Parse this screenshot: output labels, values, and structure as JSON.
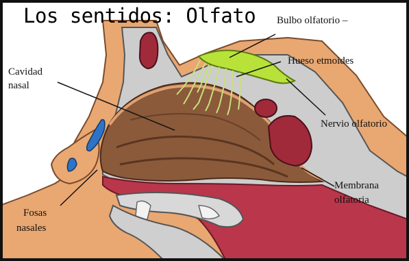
{
  "title": "Los sentidos: Olfato",
  "labels": {
    "bulbo": "Bulbo olfatorio –",
    "hueso": "Hueso etmoides",
    "cavidad_1": "Cavidad",
    "cavidad_2": "nasal",
    "nervio": "Nervio olfatorio",
    "membrana_1": "Membrana",
    "membrana_2": "olfatoria",
    "fosas_1": "Fosas",
    "fosas_2": "nasales"
  },
  "colors": {
    "skin": "#e9a772",
    "bone": "#c9c9c9",
    "cavity": "#8a5a3a",
    "mucosa": "#b9364b",
    "bulb": "#b8e23a",
    "sinus": "#a12a3a",
    "duct": "#2e73c6"
  }
}
